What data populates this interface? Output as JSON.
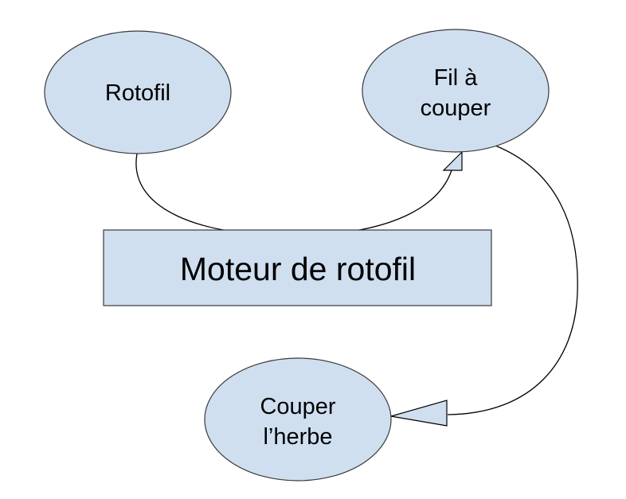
{
  "diagram": {
    "colors": {
      "fill": "#cfdff0",
      "stroke": "#3a3a3a",
      "edge": "#000000"
    },
    "nodes": {
      "rotofil": {
        "lines": [
          "Rotofil"
        ]
      },
      "fil": {
        "lines": [
          "Fil à",
          "couper"
        ]
      },
      "couper": {
        "lines": [
          "Couper",
          "l’herbe"
        ]
      }
    },
    "function_box": {
      "label": "Moteur de rotofil"
    },
    "edges": [
      {
        "from": "Rotofil",
        "to": "Fil à couper"
      },
      {
        "from": "Fil à couper",
        "to": "Couper l’herbe"
      }
    ]
  }
}
